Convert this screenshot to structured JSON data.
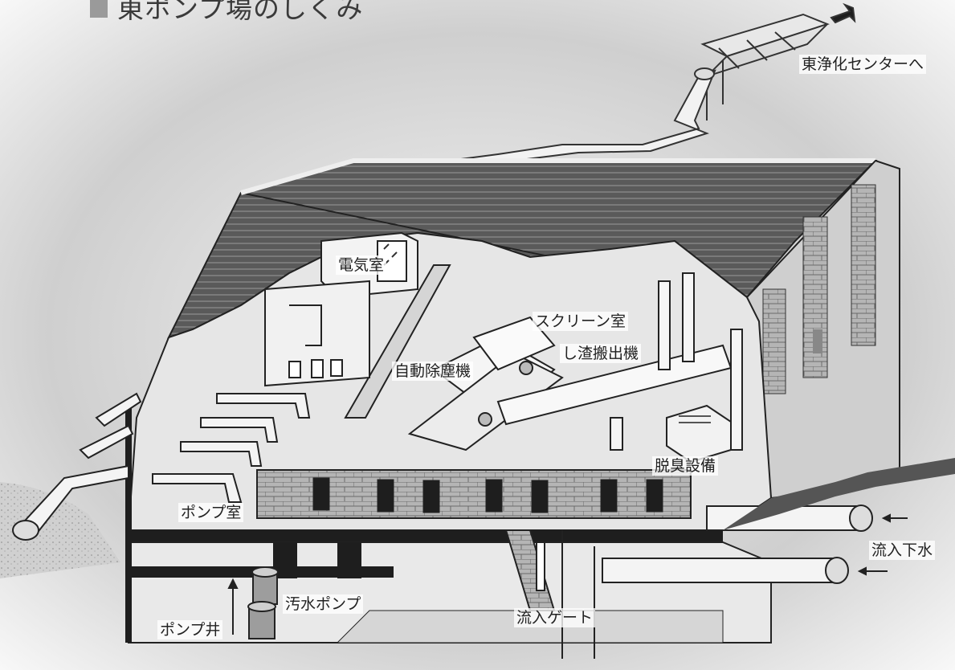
{
  "title": "東ポンプ場のしくみ",
  "labels": {
    "to_center": "東浄化センターへ",
    "electric_room": "電気室",
    "screen_room": "スクリーン室",
    "auto_cleaner": "自動除塵機",
    "screenings_conveyor": "し渣搬出機",
    "deodorizer": "脱臭設備",
    "pump_room": "ポンプ室",
    "inflow_sewage": "流入下水",
    "sewage_pump": "汚水ポンプ",
    "inflow_gate": "流入ゲート",
    "pump_well": "ポンプ井"
  },
  "colors": {
    "ink": "#1e1e1e",
    "roof": "#4a4a4a",
    "wall": "#bdbdbd",
    "floor": "#dcdcdc",
    "marker": "#9a9a9a"
  }
}
